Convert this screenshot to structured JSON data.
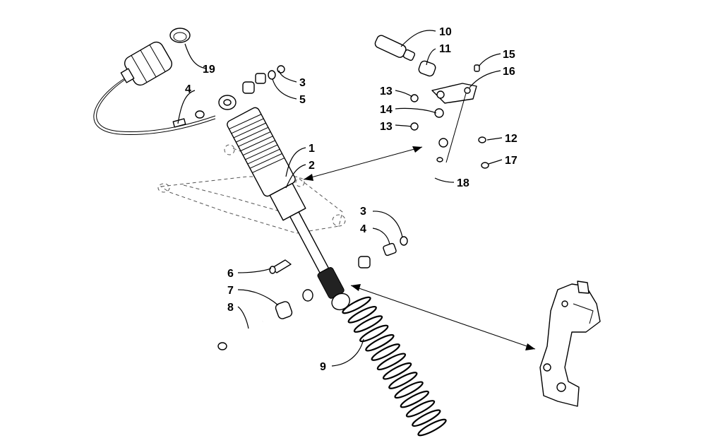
{
  "diagram": {
    "callouts": [
      "1",
      "2",
      "3",
      "4",
      "5",
      "6",
      "7",
      "8",
      "9",
      "10",
      "11",
      "12",
      "13",
      "14",
      "15",
      "16",
      "17",
      "18",
      "19",
      "3",
      "4",
      "13"
    ]
  },
  "colors": {
    "ink": "#000000",
    "background": "#ffffff",
    "ghost": "#555555"
  }
}
